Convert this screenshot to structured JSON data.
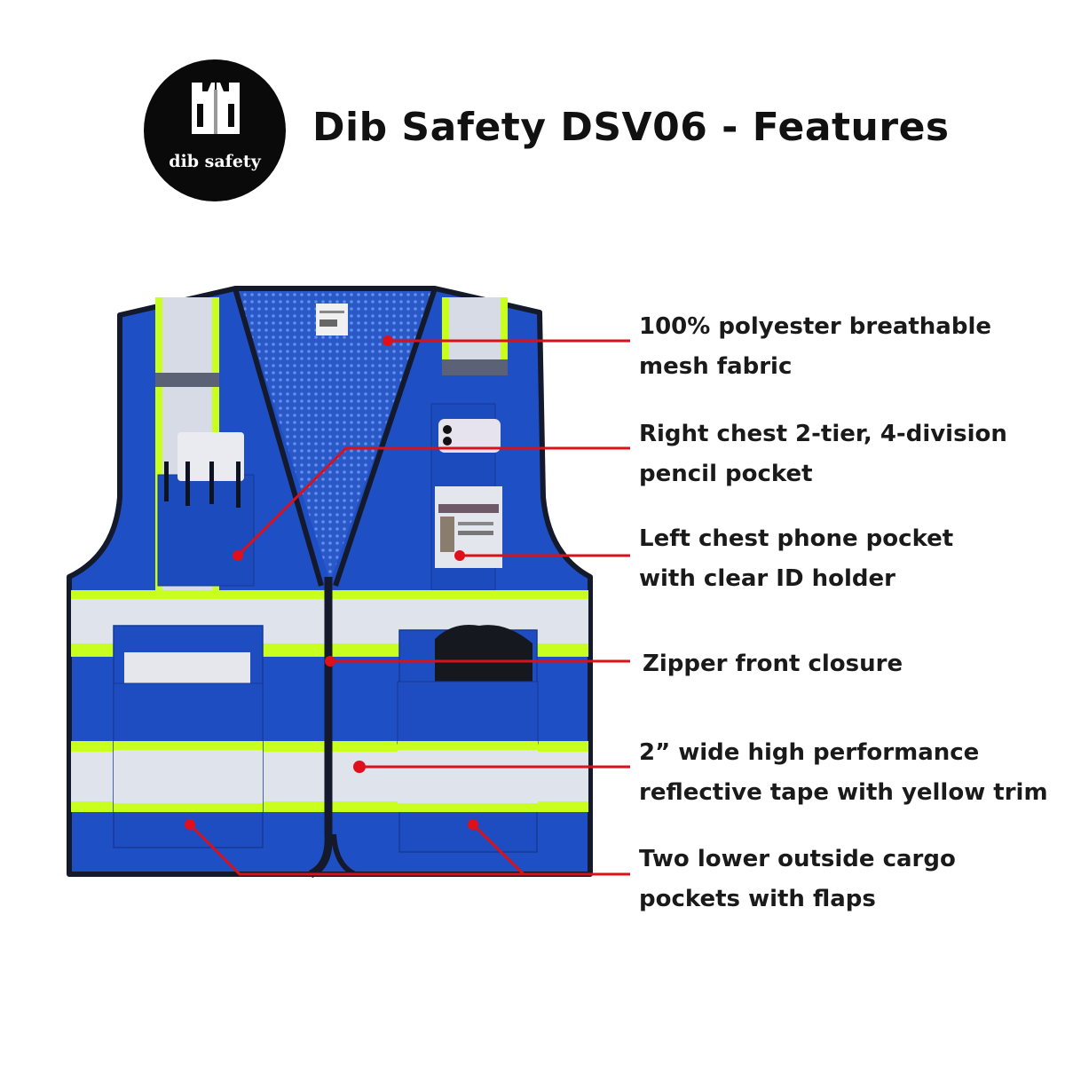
{
  "header": {
    "logo_text": "dib safety",
    "logo_icon": "vest-db-monogram-icon",
    "title": "Dib Safety DSV06 - Features"
  },
  "colors": {
    "vest_blue": "#1f4fc4",
    "mesh_blue": "#2f62d0",
    "trim_yellow": "#c8ff1e",
    "reflective_silver": "#d6dbe6",
    "callout_red": "#d9111b",
    "piping": "#141a2b"
  },
  "features": [
    {
      "line1": "100% polyester breathable",
      "line2": "mesh fabric"
    },
    {
      "line1": "Right chest 2-tier, 4-division",
      "line2": "pencil pocket"
    },
    {
      "line1": "Left chest phone pocket",
      "line2": "with clear ID holder"
    },
    {
      "line1": "Zipper front closure",
      "line2": ""
    },
    {
      "line1": "2” wide high performance",
      "line2": "reflective tape with yellow trim"
    },
    {
      "line1": "Two lower outside cargo",
      "line2": "pockets with flaps"
    }
  ]
}
